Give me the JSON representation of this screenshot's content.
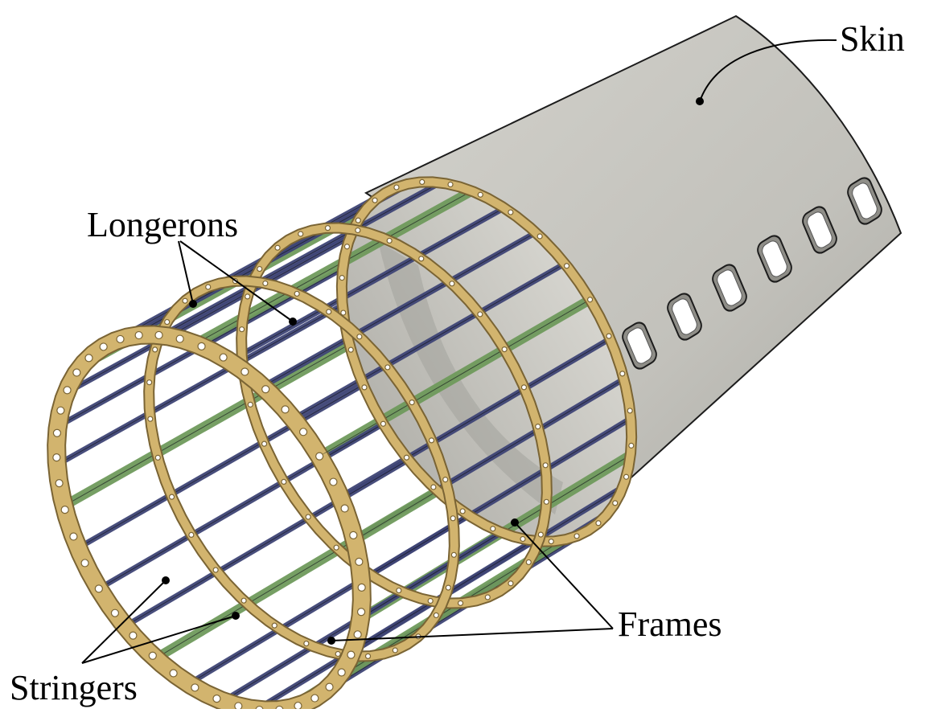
{
  "figure": {
    "labels": {
      "skin": "Skin",
      "longerons": "Longerons",
      "frames": "Frames",
      "stringers": "Stringers"
    },
    "colors": {
      "skin": "#c4c3bd",
      "skin_dark": "#9f9e98",
      "frame": "#d2b46e",
      "frame_edge": "#7a6434",
      "longeron": "#6f9a5c",
      "stringer": "#3f4576",
      "outline": "#1c1c1c"
    },
    "window_count": 6
  }
}
